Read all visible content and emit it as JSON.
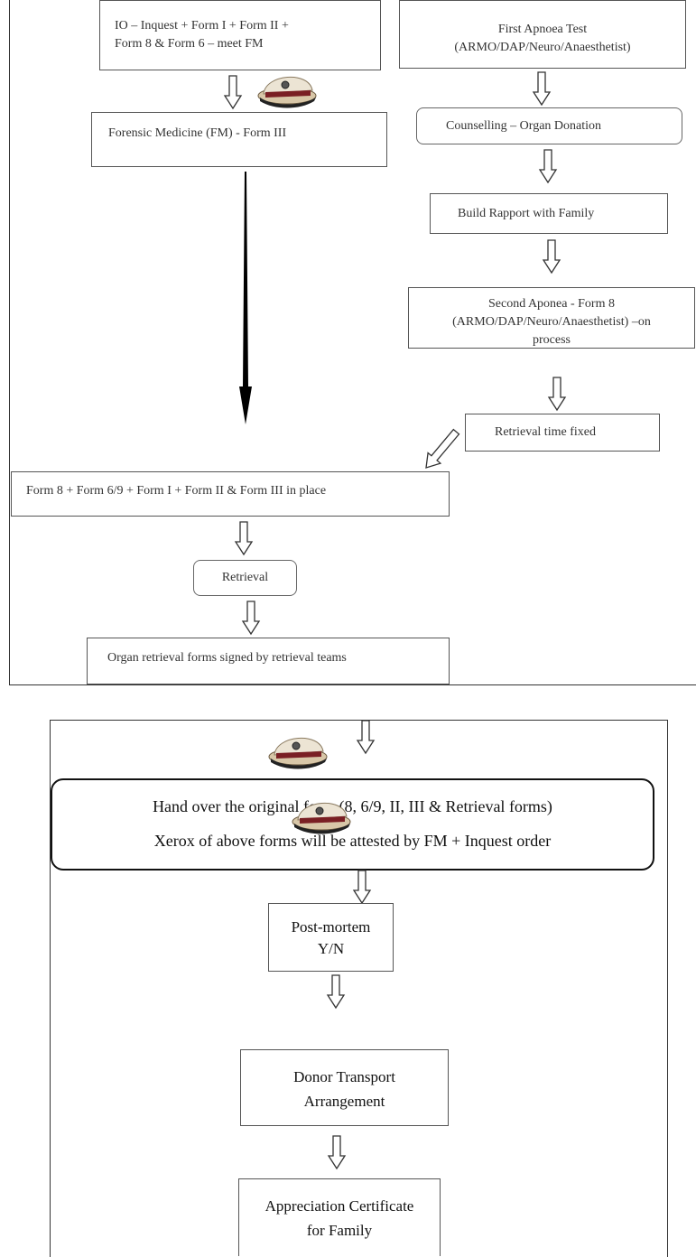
{
  "top": {
    "io": {
      "line1": "IO – Inquest + Form I + Form II +",
      "line2": "Form 8 & Form 6 – meet FM"
    },
    "first_apnoea": {
      "line1": "First Apnoea Test",
      "line2": "(ARMO/DAP/Neuro/Anaesthetist)"
    },
    "forensic": "Forensic Medicine (FM) - Form III",
    "counselling": "Counselling – Organ Donation",
    "rapport": "Build Rapport with Family",
    "second_aponea": {
      "line1": "Second Aponea - Form 8",
      "line2": "(ARMO/DAP/Neuro/Anaesthetist) –on",
      "line3": "process"
    },
    "retrieval_time": "Retrieval time fixed",
    "forms_in_place": "Form 8 + Form 6/9 + Form I + Form II & Form III in place",
    "retrieval": "Retrieval",
    "organ_forms": "Organ retrieval forms signed by retrieval teams"
  },
  "bottom": {
    "handover": {
      "line1": "Hand over the original form (8, 6/9, II, III & Retrieval forms)",
      "line2": "Xerox of above forms will be attested by FM + Inquest order"
    },
    "postmortem": {
      "line1": "Post-mortem",
      "line2": "Y/N"
    },
    "transport": {
      "line1": "Donor Transport",
      "line2": "Arrangement"
    },
    "certificate": {
      "line1": "Appreciation Certificate",
      "line2": "for Family"
    }
  },
  "icons": {
    "police_cap": "police-cap-icon",
    "arrow": "hollow-down-arrow-icon"
  }
}
